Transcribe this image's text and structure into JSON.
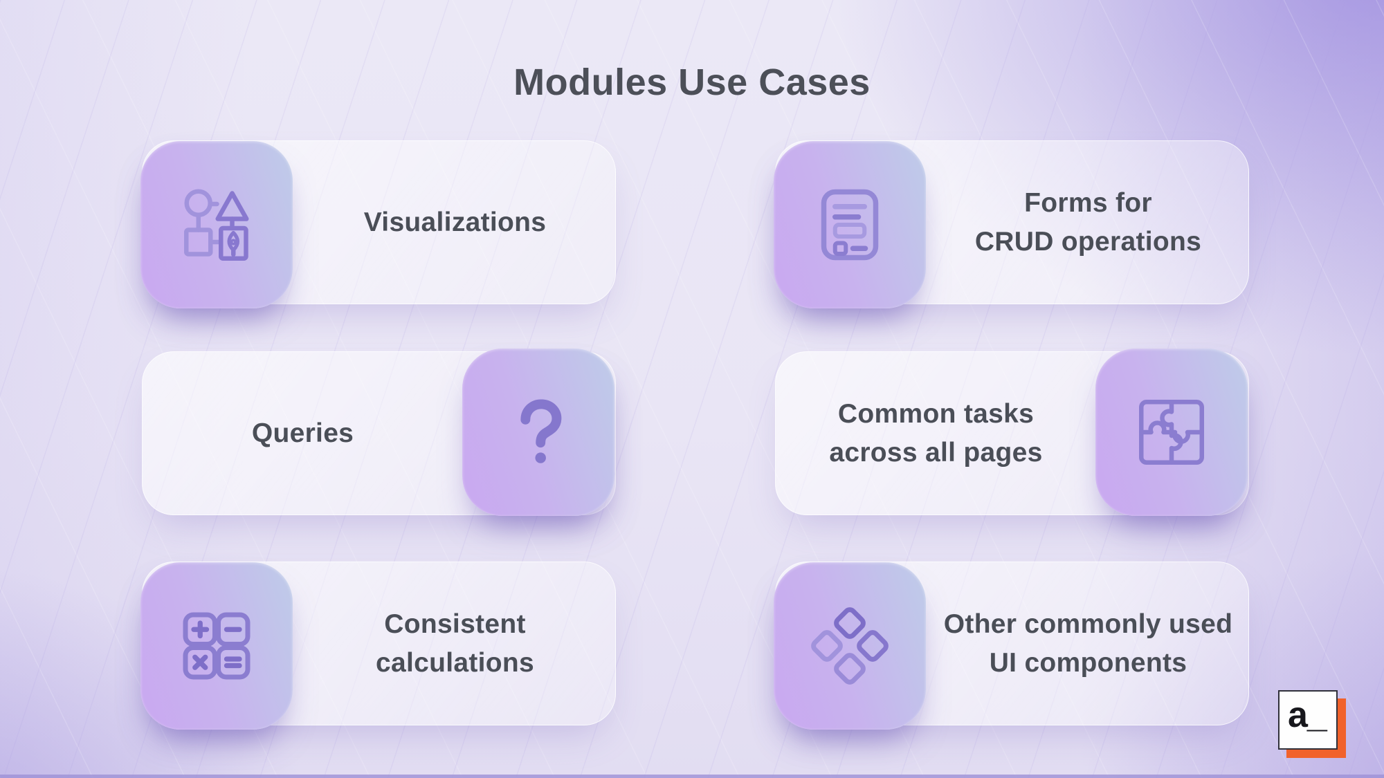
{
  "title": "Modules Use Cases",
  "cards": [
    {
      "label_lines": [
        "Visualizations"
      ],
      "icon": "design-shapes",
      "icon_side": "left"
    },
    {
      "label_lines": [
        "Forms for",
        "CRUD operations"
      ],
      "icon": "form-document",
      "icon_side": "left"
    },
    {
      "label_lines": [
        "Queries"
      ],
      "icon": "question-mark",
      "icon_side": "right"
    },
    {
      "label_lines": [
        "Common tasks",
        "across all pages"
      ],
      "icon": "puzzle-pieces",
      "icon_side": "right"
    },
    {
      "label_lines": [
        "Consistent",
        "calculations"
      ],
      "icon": "calculator",
      "icon_side": "left"
    },
    {
      "label_lines": [
        "Other commonly used",
        "UI components"
      ],
      "icon": "ui-components-diamonds",
      "icon_side": "left"
    }
  ],
  "logo": {
    "text": "a_",
    "accent_color": "#f1622b"
  },
  "colors": {
    "title_text": "#4c4f58",
    "card_text": "#4a4e57",
    "icon_stroke": "#8b7dd0",
    "icon_stroke_light": "#a193dc",
    "icon_stroke_dark": "#7e6ec8",
    "tile_gradient_start": "#c9a9f0",
    "tile_gradient_end": "#bfcae9",
    "background_base": "#e9e5f5",
    "background_corner_purple": "#b5a9e4",
    "bottom_edge": "#9d91d6"
  }
}
